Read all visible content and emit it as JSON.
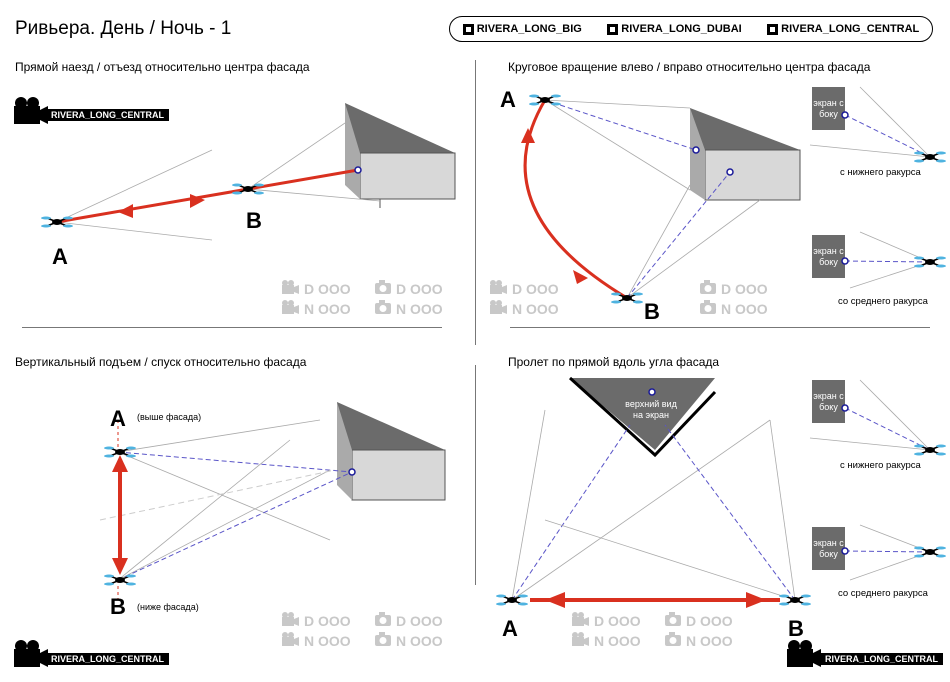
{
  "header": {
    "title": "Ривьера.  День / Ночь - 1",
    "legend": [
      "RIVERA_LONG_BIG",
      "RIVERA_LONG_DUBAI",
      "RIVERA_LONG_CENTRAL"
    ]
  },
  "camera_badge": "RIVERA_LONG_CENTRAL",
  "sections": {
    "tl": {
      "title": "Прямой наезд / отъезд относительно центра фасада",
      "a": "A",
      "b": "B"
    },
    "tr": {
      "title": "Круговое вращение влево / вправо относительно центра фасада",
      "a": "A",
      "b": "B",
      "screen": "экран с боку",
      "low": "с нижнего ракурса",
      "mid": "со среднего ракурса"
    },
    "bl": {
      "title": "Вертикальный подъем / спуск относительно фасада",
      "a": "A",
      "b": "B",
      "a_note": "(выше фасада)",
      "b_note": "(ниже фасада)"
    },
    "br": {
      "title": "Пролет по прямой вдоль угла фасада",
      "a": "A",
      "b": "B",
      "top_view": "верхний вид на экран",
      "screen": "экран с боку",
      "low": "с нижнего ракурса",
      "mid": "со среднего ракурса"
    }
  },
  "status": {
    "d": "D",
    "n": "N",
    "marks": "OOO"
  },
  "colors": {
    "accent": "#d9301f",
    "dashed": "#5a55c8",
    "facade_top": "#6b6b6b",
    "facade_front": "#d8d8d8",
    "icon": "#c8c8c8"
  }
}
